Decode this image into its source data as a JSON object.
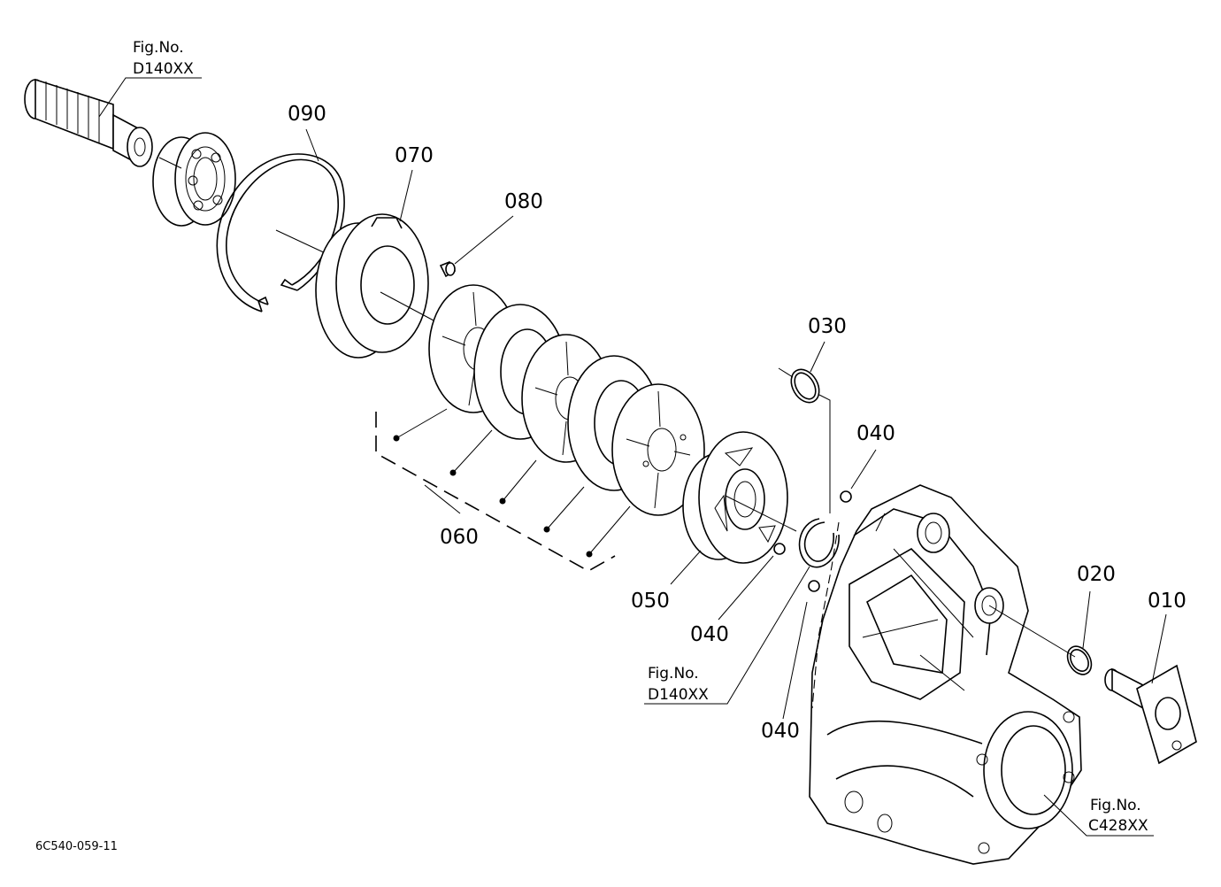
{
  "drawing_code": "6C540-059-11",
  "part_labels": [
    {
      "id": "010",
      "text": "010"
    },
    {
      "id": "020",
      "text": "020"
    },
    {
      "id": "030",
      "text": "030"
    },
    {
      "id": "040a",
      "text": "040"
    },
    {
      "id": "040b",
      "text": "040"
    },
    {
      "id": "040c",
      "text": "040"
    },
    {
      "id": "050",
      "text": "050"
    },
    {
      "id": "060",
      "text": "060"
    },
    {
      "id": "070",
      "text": "070"
    },
    {
      "id": "080",
      "text": "080"
    },
    {
      "id": "090",
      "text": "090"
    }
  ],
  "figure_refs": [
    {
      "id": "ref-top",
      "line1": "Fig.No.",
      "line2": "D140XX"
    },
    {
      "id": "ref-middle",
      "line1": "Fig.No.",
      "line2": "D140XX"
    },
    {
      "id": "ref-bottom-right",
      "line1": "Fig.No.",
      "line2": "C428XX"
    }
  ]
}
